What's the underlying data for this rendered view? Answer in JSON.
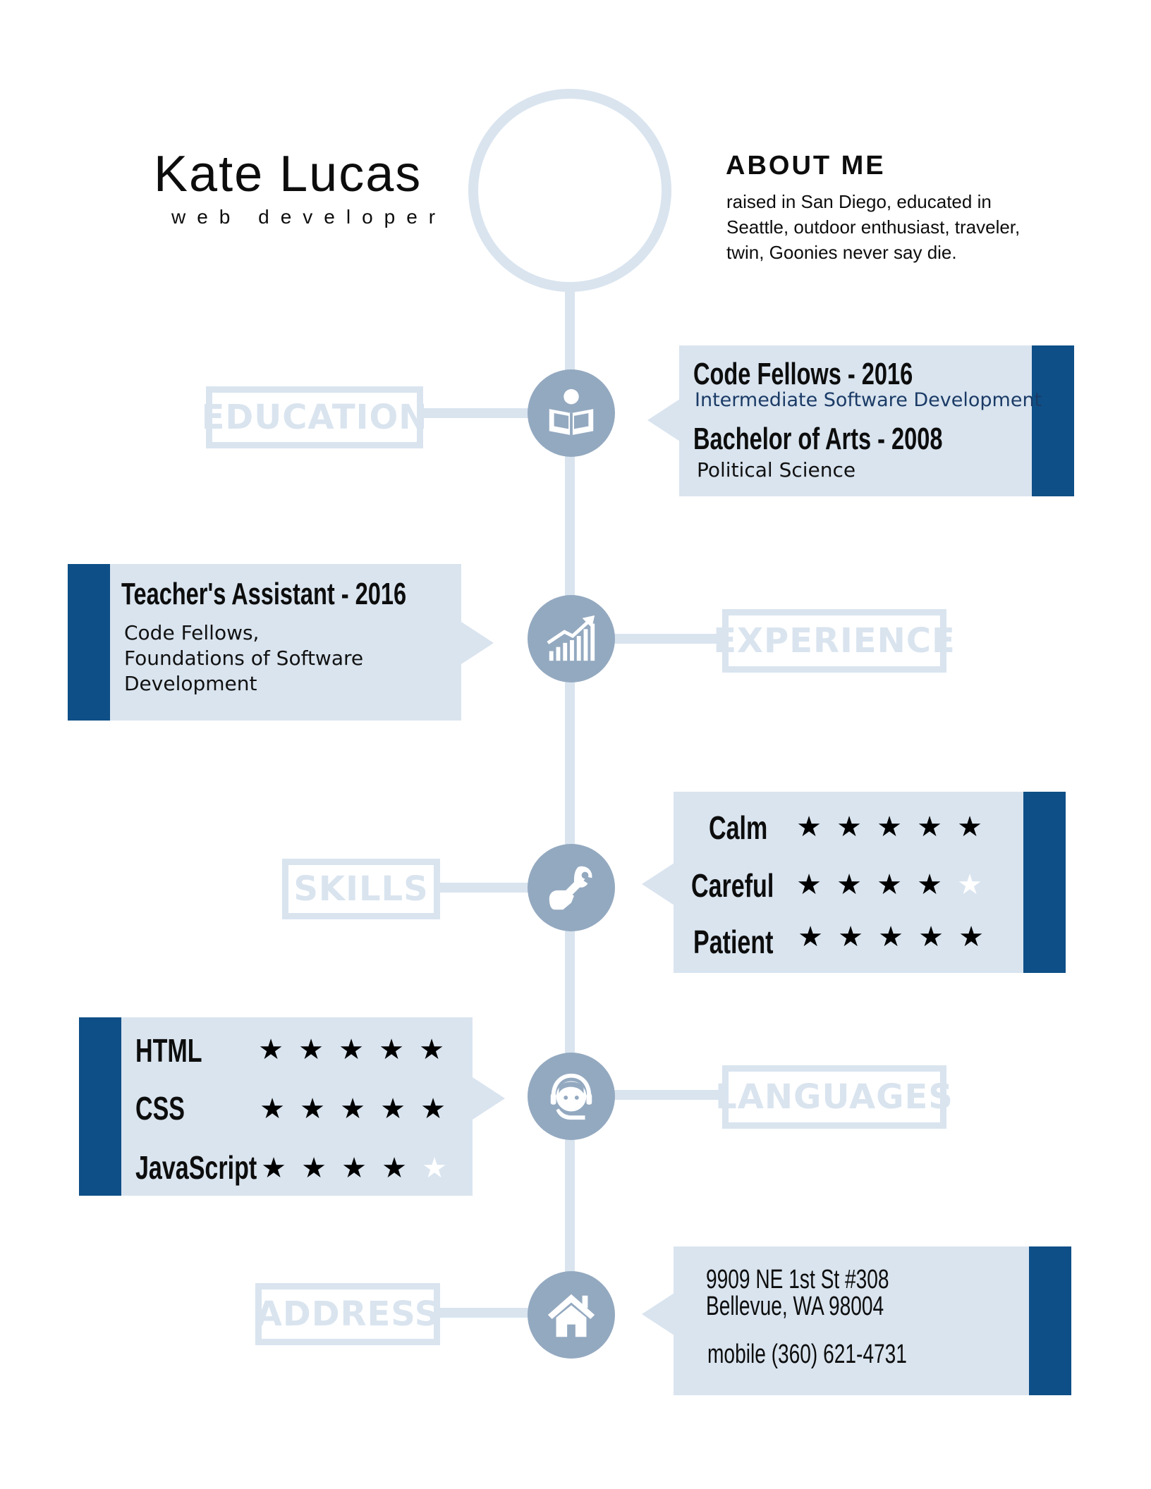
{
  "header": {
    "name": "Kate Lucas",
    "title": "web developer"
  },
  "about": {
    "heading": "ABOUT ME",
    "text_lines": [
      "raised in San Diego, educated in",
      "Seattle, outdoor enthusiast, traveler,",
      "twin, Goonies never say die."
    ]
  },
  "sections": {
    "education": {
      "label": "EDUCATION",
      "icon": "reading-book-icon",
      "entries": [
        {
          "title": "Code Fellows - 2016",
          "detail": "Intermediate Software Development"
        },
        {
          "title": "Bachelor of Arts - 2008",
          "detail": "Political Science"
        }
      ]
    },
    "experience": {
      "label": "EXPERIENCE",
      "icon": "growth-chart-icon",
      "title": "Teacher's Assistant - 2016",
      "detail_lines": [
        "Code Fellows,",
        "Foundations of Software",
        "Development"
      ]
    },
    "skills": {
      "label": "SKILLS",
      "icon": "wrench-hand-icon",
      "items": [
        {
          "name": "Calm",
          "rating": 5,
          "max": 5
        },
        {
          "name": "Careful",
          "rating": 4,
          "max": 5
        },
        {
          "name": "Patient",
          "rating": 5,
          "max": 5
        }
      ]
    },
    "languages": {
      "label": "LANGUAGES",
      "icon": "headset-person-icon",
      "items": [
        {
          "name": "HTML",
          "rating": 5,
          "max": 5
        },
        {
          "name": "CSS",
          "rating": 5,
          "max": 5
        },
        {
          "name": "JavaScript",
          "rating": 4,
          "max": 5
        }
      ]
    },
    "address": {
      "label": "ADDRESS",
      "icon": "house-icon",
      "street": "9909 NE 1st St #308",
      "city": "Bellevue, WA 98004",
      "phone": "mobile (360) 621-4731"
    }
  },
  "colors": {
    "accent": "#0e4f87",
    "panel": "#d9e4ef",
    "node": "#93a9c0",
    "education_detail": "#1b3b66"
  }
}
